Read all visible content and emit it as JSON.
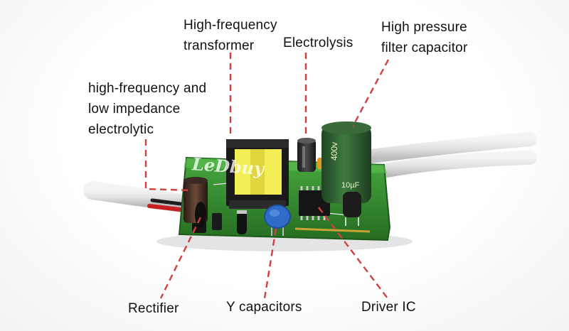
{
  "labels": {
    "high_frequency_transformer": [
      "High-frequency",
      "transformer"
    ],
    "electrolysis": "Electrolysis",
    "high_pressure_filter_capacitor": [
      "High pressure",
      "filter capacitor"
    ],
    "hf_low_impedance_electrolytic": [
      "high-frequency and",
      "low impedance",
      "electrolytic"
    ],
    "rectifier": "Rectifier",
    "y_capacitors": "Y capacitors",
    "driver_ic": "Driver IC"
  },
  "component_markings": {
    "filter_cap_voltage": "400v",
    "filter_cap_capacitance": "10µF"
  },
  "watermark": "LeDbuy",
  "colors": {
    "leader_line": "#d04040",
    "pcb": "#2f8c2c",
    "transformer_core": "#f2ee55",
    "y_capacitor": "#2f6cc8",
    "filter_capacitor": "#2c5a2e"
  }
}
